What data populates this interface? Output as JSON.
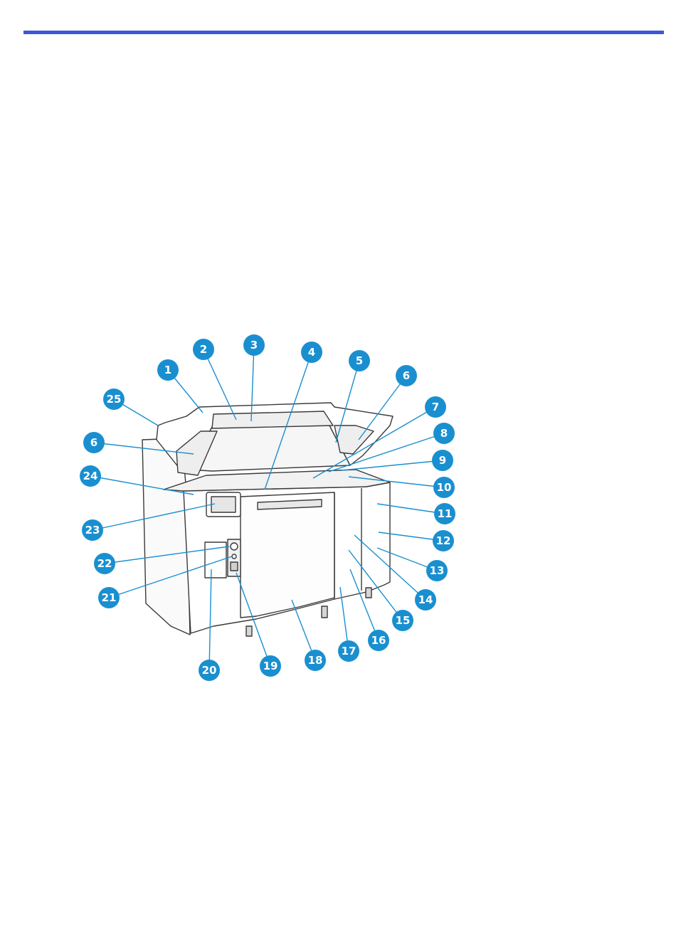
{
  "theme": {
    "rule_color": "#3d56d8",
    "callout_color": "#1a8fd0",
    "callout_text_color": "#ffffff",
    "leader_color": "#1a8fd0",
    "printer_outline": "#3a3a3a",
    "printer_fill": "#ffffff"
  },
  "figure": {
    "subject": "3D printer front view with numbered callouts",
    "callouts": [
      {
        "label": "1"
      },
      {
        "label": "2"
      },
      {
        "label": "3"
      },
      {
        "label": "4"
      },
      {
        "label": "5"
      },
      {
        "label": "6"
      },
      {
        "label": "7"
      },
      {
        "label": "8"
      },
      {
        "label": "9"
      },
      {
        "label": "10"
      },
      {
        "label": "11"
      },
      {
        "label": "12"
      },
      {
        "label": "13"
      },
      {
        "label": "14"
      },
      {
        "label": "15"
      },
      {
        "label": "16"
      },
      {
        "label": "17"
      },
      {
        "label": "18"
      },
      {
        "label": "19"
      },
      {
        "label": "20"
      },
      {
        "label": "21"
      },
      {
        "label": "22"
      },
      {
        "label": "23"
      },
      {
        "label": "24"
      },
      {
        "label": "25"
      },
      {
        "label": "6"
      }
    ]
  }
}
